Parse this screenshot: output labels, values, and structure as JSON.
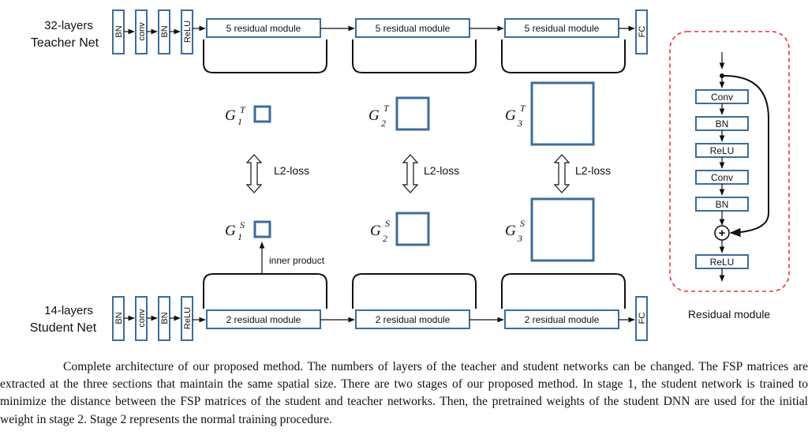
{
  "teacher": {
    "line1": "32-layers",
    "line2": "Teacher Net",
    "module_label": "5 residual module"
  },
  "student": {
    "line1": "14-layers",
    "line2": "Student Net",
    "module_label": "2 residual module"
  },
  "layers": {
    "bn": "BN",
    "conv": "conv",
    "relu": "ReLU",
    "fc": "FC"
  },
  "fsp": {
    "g": "G",
    "teacher_sup": "T",
    "student_sup": "S",
    "indices": [
      "1",
      "2",
      "3"
    ]
  },
  "loss_label": "L2-loss",
  "inner_product_label": "inner product",
  "residual_module": {
    "title": "Residual module",
    "layers": [
      "Conv",
      "BN",
      "ReLU",
      "Conv",
      "BN",
      "ReLU"
    ],
    "add_symbol": "+"
  },
  "colors": {
    "box_stroke": "#3a6d9e",
    "dashed_border": "#e8313c",
    "arrow": "#111111"
  },
  "caption": "Complete architecture of our proposed method.  The numbers of layers of the teacher and student networks can be changed. The FSP matrices are extracted at the three sections that maintain the same spatial size. There are two stages of our proposed method. In stage 1, the student network is trained to minimize the distance between the FSP matrices of the student and teacher networks. Then, the pretrained weights of the student DNN are used for the initial weight in stage 2. Stage 2 represents the normal training procedure."
}
